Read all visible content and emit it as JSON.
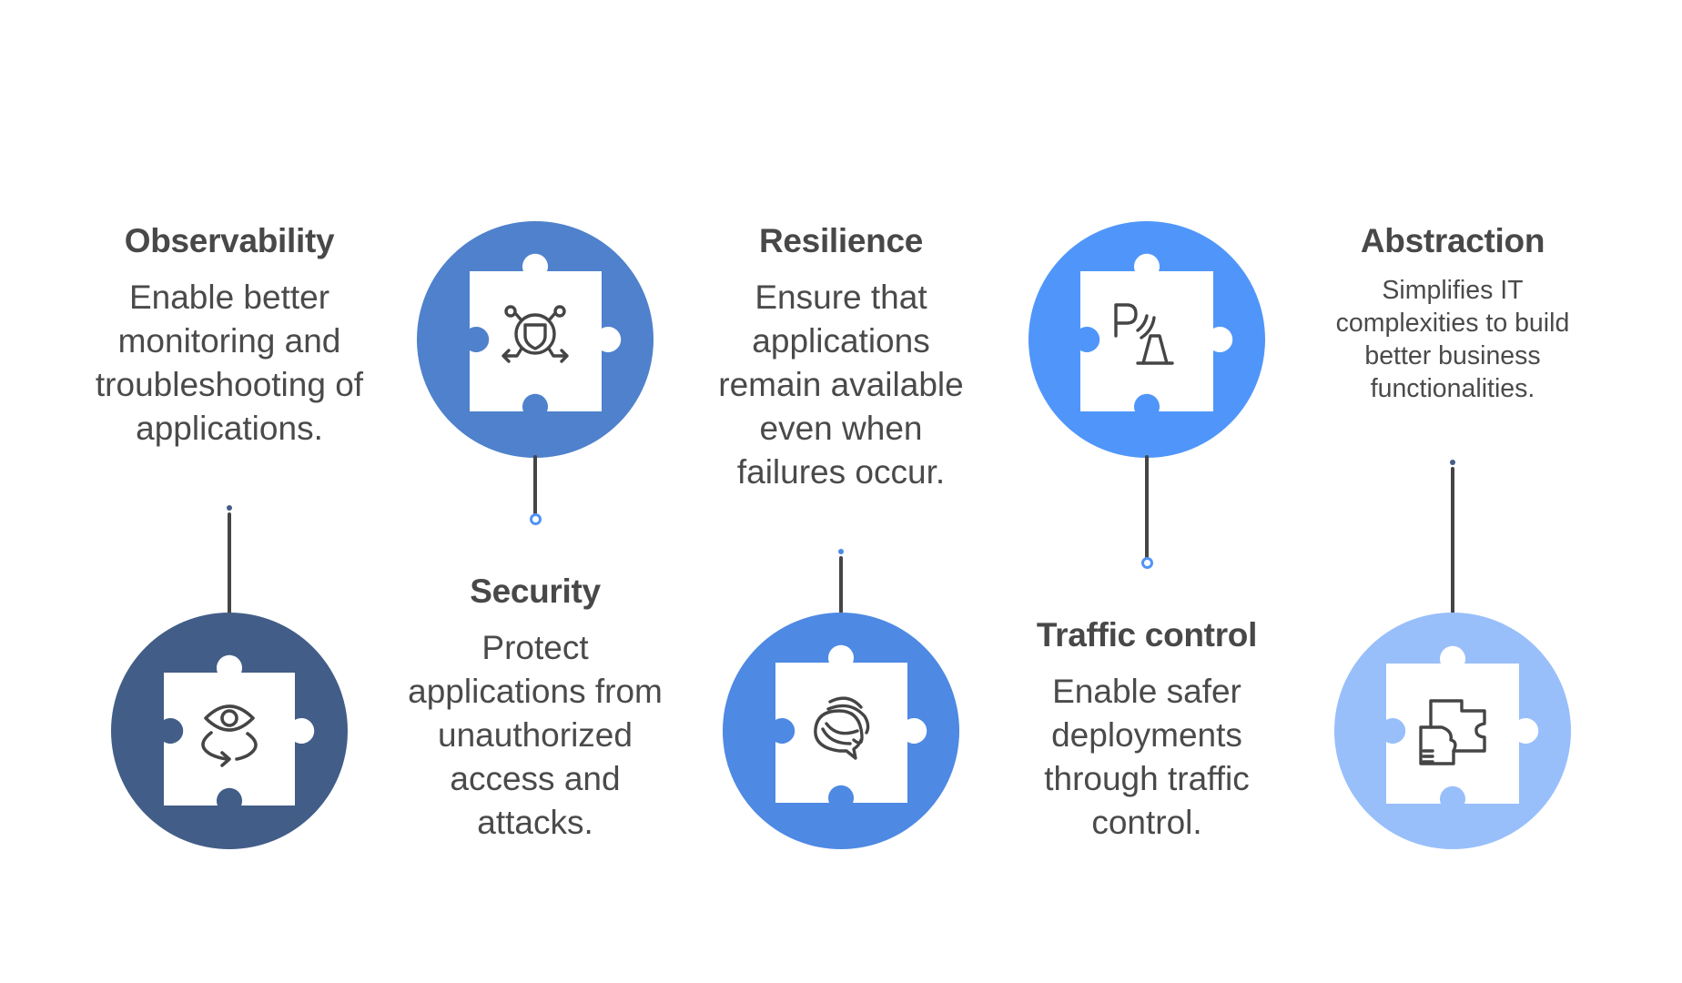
{
  "diagram": {
    "type": "puzzle-piece feature row",
    "items": [
      {
        "title": "Observability",
        "description_lines": [
          "Enable better",
          "monitoring and",
          "troubleshooting of",
          "applications."
        ],
        "icon": "eye-rotate-icon",
        "color": "#425D87",
        "position": "circle-bottom-text-top"
      },
      {
        "title": "Security",
        "description_lines": [
          "Protect",
          "applications from",
          "unauthorized",
          "access and",
          "attacks."
        ],
        "icon": "shield-network-icon",
        "color": "#4F81CC",
        "position": "circle-top-text-bottom"
      },
      {
        "title": "Resilience",
        "description_lines": [
          "Ensure that",
          "applications",
          "remain available",
          "even when",
          "failures occur."
        ],
        "icon": "chat-bubbles-icon",
        "color": "#4E89E3",
        "position": "circle-bottom-text-top"
      },
      {
        "title": "Traffic control",
        "description_lines": [
          "Enable safer",
          "deployments",
          "through traffic",
          "control."
        ],
        "icon": "parking-sensor-cone-icon",
        "color": "#5096FA",
        "position": "circle-top-text-bottom"
      },
      {
        "title": "Abstraction",
        "description_lines": [
          "Simplifies IT",
          "complexities to build",
          "better business",
          "functionalities."
        ],
        "icon": "puzzle-pieces-icon",
        "color": "#98BFFA",
        "position": "circle-bottom-text-top"
      }
    ]
  },
  "colors": {
    "text": "#4A4A4A",
    "connector": "#454545",
    "endpoint": "#5094F7",
    "puzzle_fill": "#FFFFFF"
  }
}
